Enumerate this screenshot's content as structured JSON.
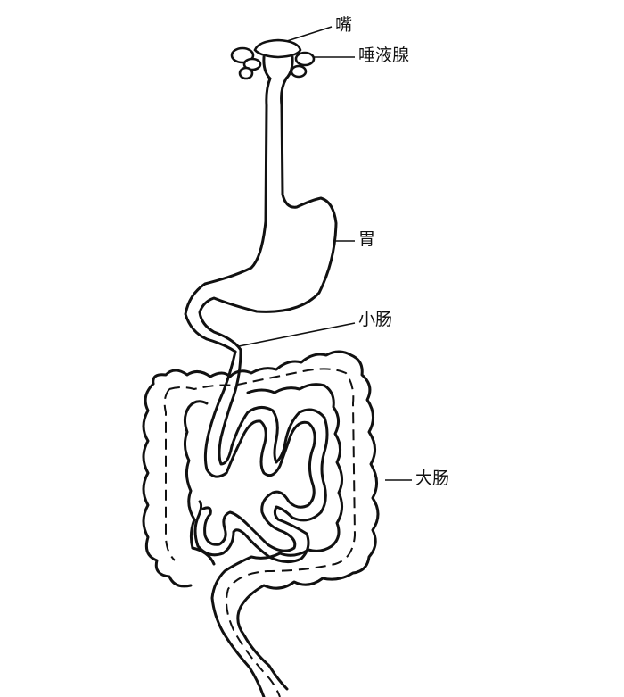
{
  "labels": {
    "mouth": "嘴",
    "salivary_glands": "唾液腺",
    "stomach": "胃",
    "small_intestine": "小肠",
    "large_intestine": "大肠"
  }
}
